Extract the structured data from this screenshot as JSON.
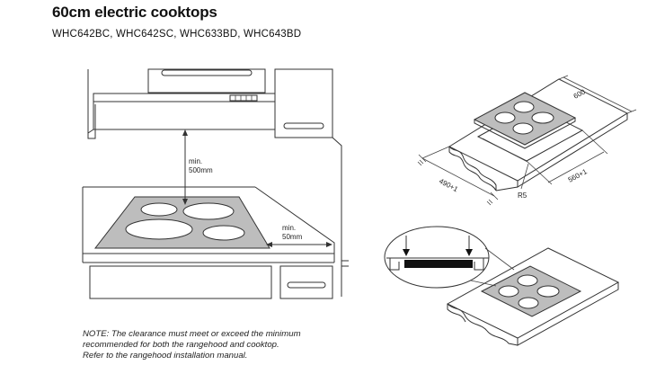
{
  "header": {
    "title": "60cm electric cooktops",
    "models": "WHC642BC, WHC642SC, WHC633BD, WHC643BD"
  },
  "clearance": {
    "vertical_label_1": "min.",
    "vertical_label_2": "500mm",
    "side_label_1": "min.",
    "side_label_2": "50mm"
  },
  "cutout": {
    "width_label": "600",
    "depth_label": "490+1",
    "cut_width_label": "560+1",
    "radius_label": "R5"
  },
  "note": {
    "line1": "NOTE: The clearance must meet or exceed the minimum",
    "line2": "recommended for both the rangehood and cooktop.",
    "line3": "Refer to the rangehood installation manual."
  }
}
